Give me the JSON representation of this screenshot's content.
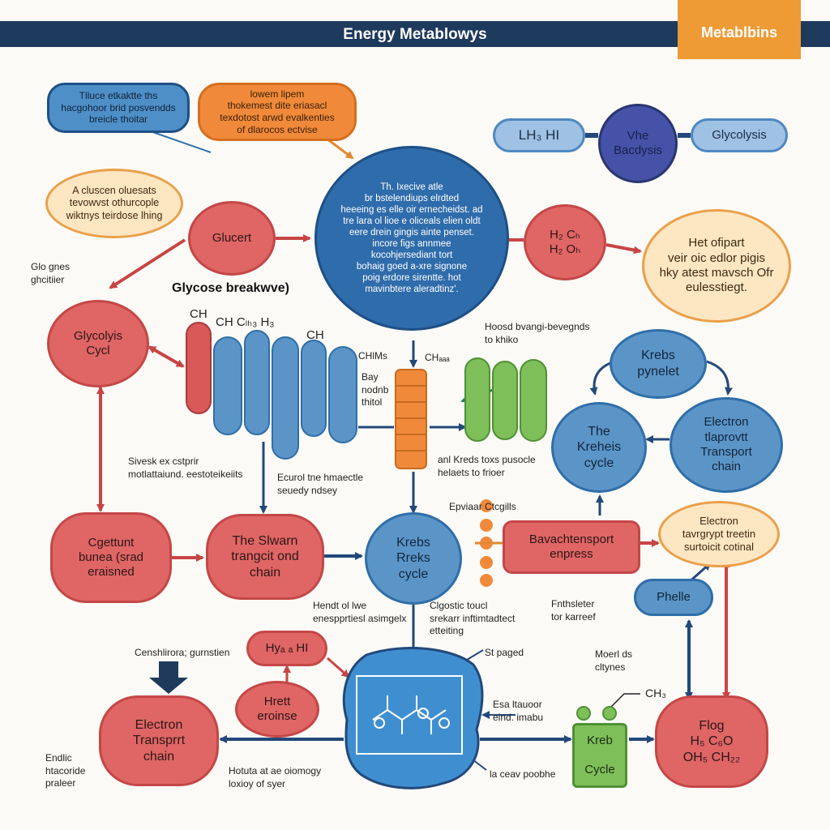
{
  "header": {
    "title": "Energy Metablowys",
    "badge": "Metablbins"
  },
  "callouts": {
    "blue_top": "Tlluce etkaktte ths\nhacgohoor brid posvendds\nbreicle thoitar",
    "orange_top": "lowem lipem\nthokemest dite eriasacl\ntexdotost arwd evalkenties\nof dlarocos ectvise",
    "cream_left": "A cluscen oluesats\ntevowvst othurcople\nwiktnys teirdose lhing",
    "right_info": "Het ofipart\nveir oic edlor pigis\nhky atest mavsch Ofr\neulesstiegt."
  },
  "center_circle": "Th. Ixecive atle\nbr bstelendiups elrdted\nheeeing es elle oir ernecheidst. ad\ntre lara ol lioe e oliceals elien oldt\neere drein gingis ainte penset.\nincore figs annmee\nkocohjersediant tort\nbohaig goed a-xre signone\npoig erdore sirentte. hot\nmavinbtere aleradtinz'.",
  "nodes": {
    "lh3": "LH₃ HI",
    "bacdysis": "Vhe\nBacdysis",
    "glycolysis_pill": "Glycolysis",
    "glucert": "Glucert",
    "ho_ch": "H₂ Cₕ\nH₂ Oₕ",
    "glycolyis_cycl": "Glycolyis\nCycl",
    "krebs_pynelet": "Krebs\npynelet",
    "the_kreheis": "The\nKreheis\ncycle",
    "electron_transport_right": "Electron\ntlaprovtt\nTransport\nchain",
    "cgettunt": "Cgettunt\nbunea (srad\neraisned",
    "the_slwarn": "The Slwarn\ntrangcit ond\nchain",
    "krebs_center": "Krebs\nRreks\ncycle",
    "bavachenspport": "Bavachtensport\nenpress",
    "electron_callout": "Electron\ntavrgrypt treetin\nsurtoicit cotinal",
    "phelle": "Phelle",
    "hy_hi": "Hyₐ ₐ HI",
    "hrett": "Hrett\neroinse",
    "electron_transport_left": "Electron\nTransprrt\nchain",
    "kreb_cycle": "Kreb\n\nCycle",
    "flog": "Flog\nH₅ C₆O\nOH₅ CH₂₂"
  },
  "labels": {
    "glycose_breakdown": "Glycose breakwve)",
    "glo_gnes": "Glo gnes\nghcitiier",
    "ch1": "CH",
    "ch2": "CH  Cₗₕ₃ H₃",
    "ch3": "CH",
    "chims": "CHlMs",
    "chlu": "CHₐₐₐ",
    "bay": "Bay\nnodnb\nthitol",
    "hoosd": "Hoosd bvangi-bevegnds\nto khiko",
    "sivesk": "Sivesk ex cstprir\nmotlattaiund. eestoteikeiits",
    "ecurol": "Ecurol tne hmaectle\nseuedy ndsey",
    "kreds_toxs": "anl Kreds toxs pusocle\nhelaets to frioer",
    "epvaar": "Epviaar Ctcgills",
    "hendt": "Hendt ol lwe\nenespprtiesl asimgelx",
    "cgotic": "Clgostic toucl\nsrekarr inftimtadtect\netteiting",
    "fnthsleter": "Fnthsleter\ntor karreef",
    "censh": "Censhlirora; gurnstien",
    "stpaged": "St paged",
    "esa": "Esa ltauoor\neind. imabu",
    "ch4": "CH₃",
    "moerl": "Moerl ds\ncltynes",
    "enddic": "Endlic\nhtacoride\npraleer",
    "hotuta": "Hotuta at ae oiomogy\nloxioy of syer",
    "laceav": "la ceav poobhe"
  },
  "colors": {
    "header": "#1e3a5c",
    "badge": "#ee9a35",
    "red": "#e06565",
    "blue": "#5b95c8",
    "navy_arrow": "#23487a",
    "red_arrow": "#c84444",
    "orange": "#f08a3a",
    "green": "#7fbf5a"
  }
}
